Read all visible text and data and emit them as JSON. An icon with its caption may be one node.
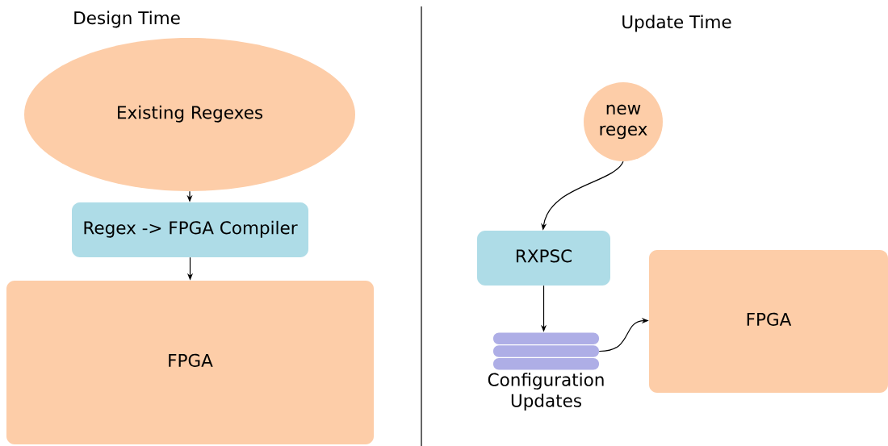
{
  "diagram": {
    "nodes": [
      {
        "text": [
          "Existing Regexes"
        ]
      },
      {
        "text": [
          "Regex -> FPGA Compiler"
        ]
      },
      {
        "text": [
          "FPGA"
        ]
      },
      {
        "text": [
          "new regex"
        ]
      },
      {
        "text": [
          "RXPSC"
        ]
      },
      {
        "text": [],
        "shape": "bar",
        "beside": [
          "Configuration Updates"
        ]
      },
      {
        "text": [
          "FPGA"
        ]
      }
    ],
    "edges": [
      {
        "from": 0,
        "to": 1,
        "arrow": "to"
      },
      {
        "from": 1,
        "to": 2,
        "arrow": "to"
      },
      {
        "from": 3,
        "to": 4,
        "arrow": "to"
      },
      {
        "from": 4,
        "to": 5,
        "arrow": "to"
      },
      {
        "from": 5,
        "to": 6,
        "arrow": "to"
      }
    ],
    "labels": [
      "Design Time",
      "Update Time"
    ]
  }
}
